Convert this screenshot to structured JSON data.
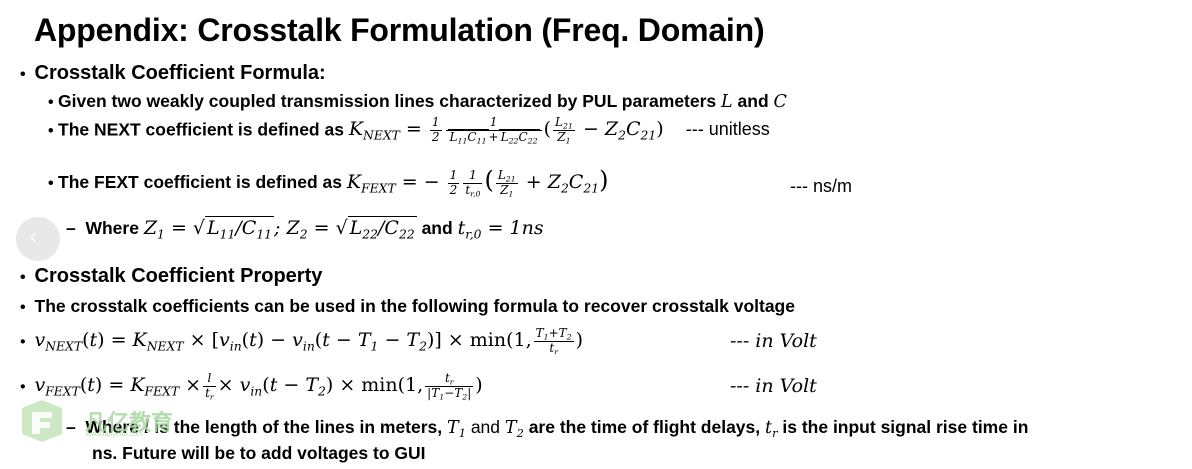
{
  "title": "Appendix: Crosstalk Formulation (Freq. Domain)",
  "section1": {
    "heading": "Crosstalk Coefficient Formula:",
    "line1_text": "Given two weakly coupled transmission lines characterized by PUL parameters",
    "line1_and": "and",
    "next_text": "The NEXT coefficient is defined as",
    "next_unit": "--- unitless",
    "fext_text": "The FEXT coefficient is defined as",
    "fext_unit": "--- ns/m",
    "where_text": "Where",
    "where_and": "and"
  },
  "section2": {
    "heading": "Crosstalk Coefficient Property",
    "intro": "The crosstalk coefficients can be used in the following formula to recover crosstalk voltage",
    "vnext_unit": "--- in Volt",
    "vfext_unit": "--- in Volt",
    "note_where": "Where",
    "note_t1": "is the length of the lines in meters,",
    "note_t2": "and",
    "note_t3": "are the time of flight delays,",
    "note_t4": "is the input signal rise time in",
    "note_line2": "ns. Future will be to add voltages to GUI"
  },
  "watermark": {
    "brand": "凡亿教育",
    "url": "www.fanyedu.com"
  },
  "icons": {
    "nav": "chevron-left-icon",
    "logo": "fanyi-logo-icon"
  }
}
